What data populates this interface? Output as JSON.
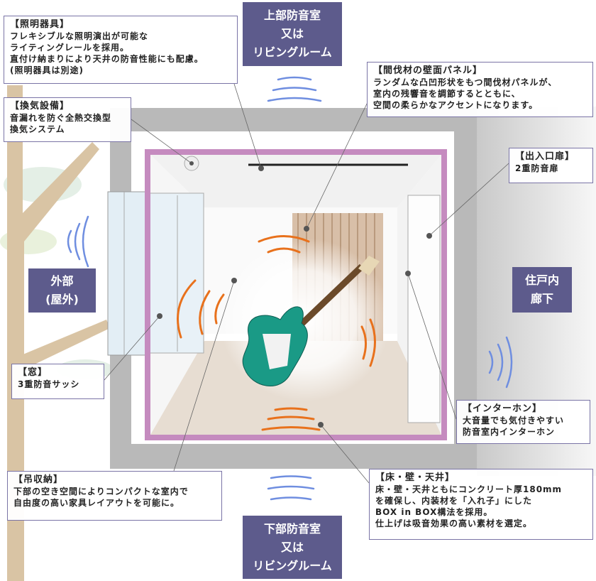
{
  "badges": {
    "upper": [
      "上部防音室",
      "又は",
      "リビングルーム"
    ],
    "lower": [
      "下部防音室",
      "又は",
      "リビングルーム"
    ],
    "outside": [
      "外部",
      "(屋外)"
    ],
    "inside": [
      "住戸内",
      "廊下"
    ]
  },
  "notes": {
    "lighting": {
      "title": "【照明器具】",
      "lines": [
        "フレキシブルな照明演出が可能な",
        "ライティングレールを採用。",
        "直付け納まりにより天井の防音性能にも配慮。",
        "(照明器具は別途)"
      ]
    },
    "ventilation": {
      "title": "【換気設備】",
      "lines": [
        "音漏れを防ぐ全熱交換型",
        "換気システム"
      ]
    },
    "panel": {
      "title": "【間伐材の壁面パネル】",
      "lines": [
        "ランダムな凸凹形状をもつ間伐材パネルが、",
        "室内の残響音を調節するとともに、",
        "空間の柔らかなアクセントになります。"
      ]
    },
    "door": {
      "title": "【出入口扉】",
      "lines": [
        "2重防音扉"
      ]
    },
    "window": {
      "title": "【窓】",
      "lines": [
        "3重防音サッシ"
      ]
    },
    "storage": {
      "title": "【吊収納】",
      "lines": [
        "下部の空き空間によりコンパクトな室内で",
        "自由度の高い家具レイアウトを可能に。"
      ]
    },
    "intercom": {
      "title": "【インターホン】",
      "lines": [
        "大音量でも気付きやすい",
        "防音室内インターホン"
      ]
    },
    "floor": {
      "title": "【床・壁・天井】",
      "lines": [
        "床・壁・天井ともにコンクリート厚180mm",
        "を確保し、内装材を「入れ子」にした",
        "BOX in BOX構法を採用。",
        "仕上げは吸音効果の高い素材を選定。"
      ]
    }
  },
  "colors": {
    "badge": "#5d5b8c",
    "box_frame": "#c58bbf",
    "concrete": "#b9b9b9",
    "sound_wave": "#e8711c",
    "outside_wave": "#6f8ee0",
    "guitar": "#1a9a86"
  }
}
